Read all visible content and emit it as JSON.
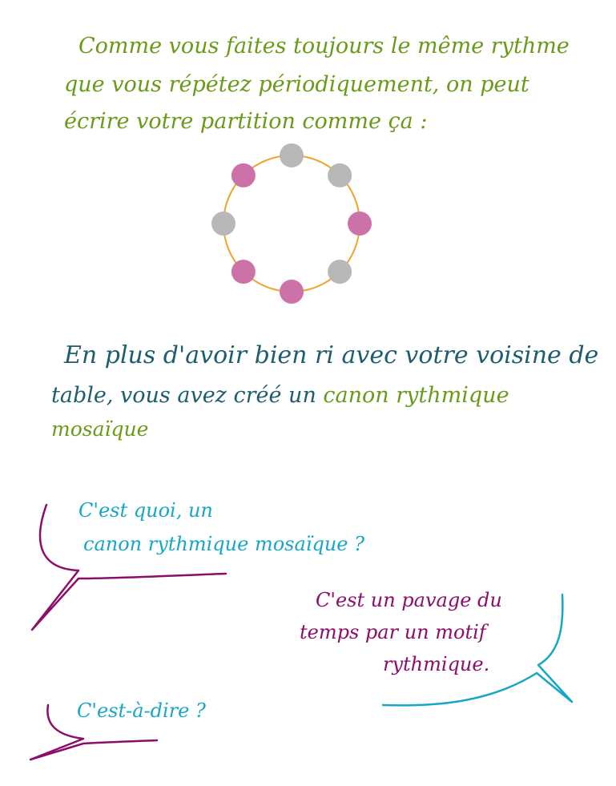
{
  "colors": {
    "green": "#6a9a19",
    "teal": "#1d5e6e",
    "cyan": "#18a6c7",
    "purple": "#8c0e6a",
    "circle": "#f2a32a",
    "dot_grey": "#b8b8b8",
    "dot_pink": "#cc72a8"
  },
  "paragraph1": {
    "lines": [
      "Comme vous faites toujours le même rythme",
      "que vous répétez périodiquement, on peut",
      "écrire votre partition comme ça :"
    ]
  },
  "rhythm_circle": {
    "positions": 8,
    "dots": [
      "grey",
      "grey",
      "pink",
      "grey",
      "pink",
      "pink",
      "grey",
      "pink"
    ]
  },
  "paragraph2": {
    "line1": "En plus d'avoir bien ri avec votre voisine de",
    "line2_prefix": "table, vous avez créé un ",
    "line2_highlight": "canon rythmique",
    "line3_highlight": "mosaïque"
  },
  "dialogue": {
    "q1": [
      "C'est quoi, un",
      "canon rythmique mosaïque ?"
    ],
    "a1": [
      "C'est un pavage du",
      "temps par un motif",
      "rythmique."
    ],
    "q2": [
      "C'est-à-dire ?"
    ]
  }
}
